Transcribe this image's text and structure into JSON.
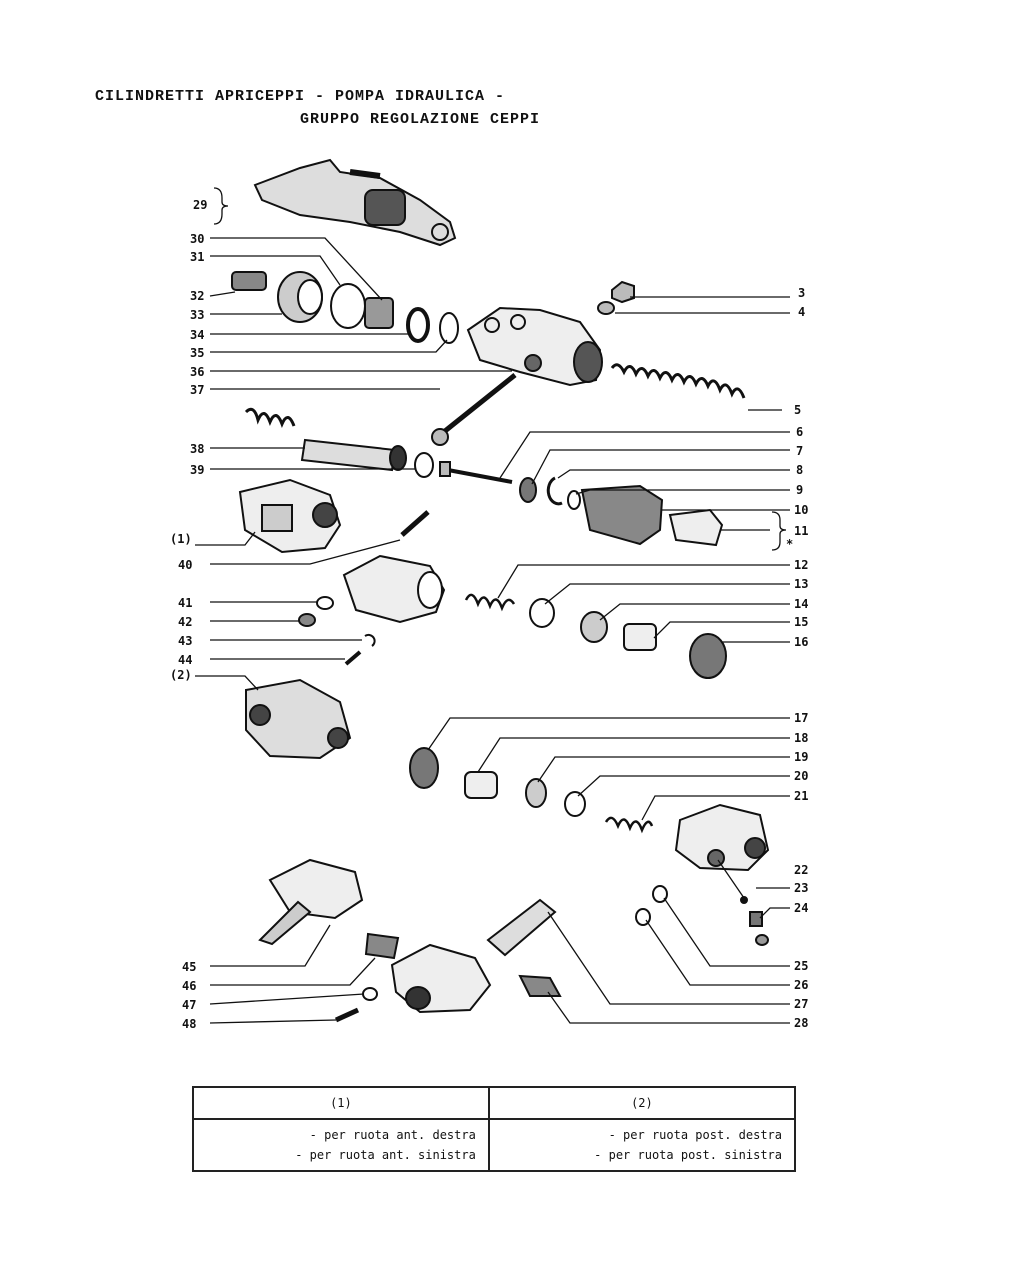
{
  "title": {
    "line1": "CILINDRETTI APRICEPPI - POMPA IDRAULICA -",
    "line2": "GRUPPO REGOLAZIONE CEPPI"
  },
  "callouts": [
    {
      "id": "29",
      "text": "29"
    },
    {
      "id": "30",
      "text": "30"
    },
    {
      "id": "31",
      "text": "31"
    },
    {
      "id": "32",
      "text": "32"
    },
    {
      "id": "33",
      "text": "33"
    },
    {
      "id": "34",
      "text": "34"
    },
    {
      "id": "35",
      "text": "35"
    },
    {
      "id": "36",
      "text": "36"
    },
    {
      "id": "37",
      "text": "37"
    },
    {
      "id": "38",
      "text": "38"
    },
    {
      "id": "39",
      "text": "39"
    },
    {
      "id": "1p",
      "text": "(1)"
    },
    {
      "id": "40",
      "text": "40"
    },
    {
      "id": "41",
      "text": "41"
    },
    {
      "id": "42",
      "text": "42"
    },
    {
      "id": "43",
      "text": "43"
    },
    {
      "id": "44",
      "text": "44"
    },
    {
      "id": "2p",
      "text": "(2)"
    },
    {
      "id": "45",
      "text": "45"
    },
    {
      "id": "46",
      "text": "46"
    },
    {
      "id": "47",
      "text": "47"
    },
    {
      "id": "48",
      "text": "48"
    },
    {
      "id": "3",
      "text": "3"
    },
    {
      "id": "4",
      "text": "4"
    },
    {
      "id": "5",
      "text": "5"
    },
    {
      "id": "6",
      "text": "6"
    },
    {
      "id": "7",
      "text": "7"
    },
    {
      "id": "8",
      "text": "8"
    },
    {
      "id": "9",
      "text": "9"
    },
    {
      "id": "10",
      "text": "10"
    },
    {
      "id": "11",
      "text": "11"
    },
    {
      "id": "star",
      "text": "*"
    },
    {
      "id": "12",
      "text": "12"
    },
    {
      "id": "13",
      "text": "13"
    },
    {
      "id": "14",
      "text": "14"
    },
    {
      "id": "15",
      "text": "15"
    },
    {
      "id": "16",
      "text": "16"
    },
    {
      "id": "17",
      "text": "17"
    },
    {
      "id": "18",
      "text": "18"
    },
    {
      "id": "19",
      "text": "19"
    },
    {
      "id": "20",
      "text": "20"
    },
    {
      "id": "21",
      "text": "21"
    },
    {
      "id": "22",
      "text": "22"
    },
    {
      "id": "23",
      "text": "23"
    },
    {
      "id": "24",
      "text": "24"
    },
    {
      "id": "25",
      "text": "25"
    },
    {
      "id": "26",
      "text": "26"
    },
    {
      "id": "27",
      "text": "27"
    },
    {
      "id": "28",
      "text": "28"
    }
  ],
  "legend": {
    "col1_header": "(1)",
    "col2_header": "(2)",
    "col1_lines": [
      "- per ruota ant. destra",
      "- per ruota ant. sinistra"
    ],
    "col2_lines": [
      "- per ruota post. destra",
      "- per ruota post. sinistra"
    ]
  }
}
